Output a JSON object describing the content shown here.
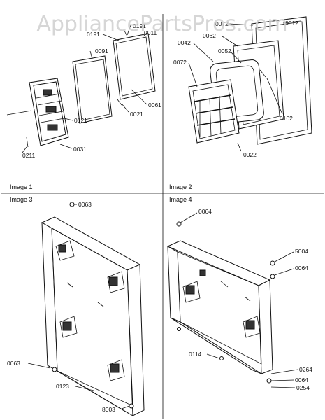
{
  "watermark": "AppliancePartsPros.com",
  "panels": {
    "p1": {
      "caption": "Image 1",
      "labels": [
        "0191",
        "0011",
        "0191",
        "0091",
        "0061",
        "0021",
        "0121",
        "0031",
        "0211"
      ]
    },
    "p2": {
      "caption": "Image 2",
      "labels": [
        "0072",
        "0012",
        "0062",
        "0042",
        "0052",
        "0072",
        "0102",
        "0022"
      ]
    },
    "p3": {
      "caption": "Image 3",
      "labels": [
        "0063",
        "0063",
        "0123",
        "8003"
      ]
    },
    "p4": {
      "caption": "Image 4",
      "labels": [
        "0064",
        "5004",
        "0064",
        "0114",
        "0264",
        "0064",
        "0254"
      ]
    }
  }
}
